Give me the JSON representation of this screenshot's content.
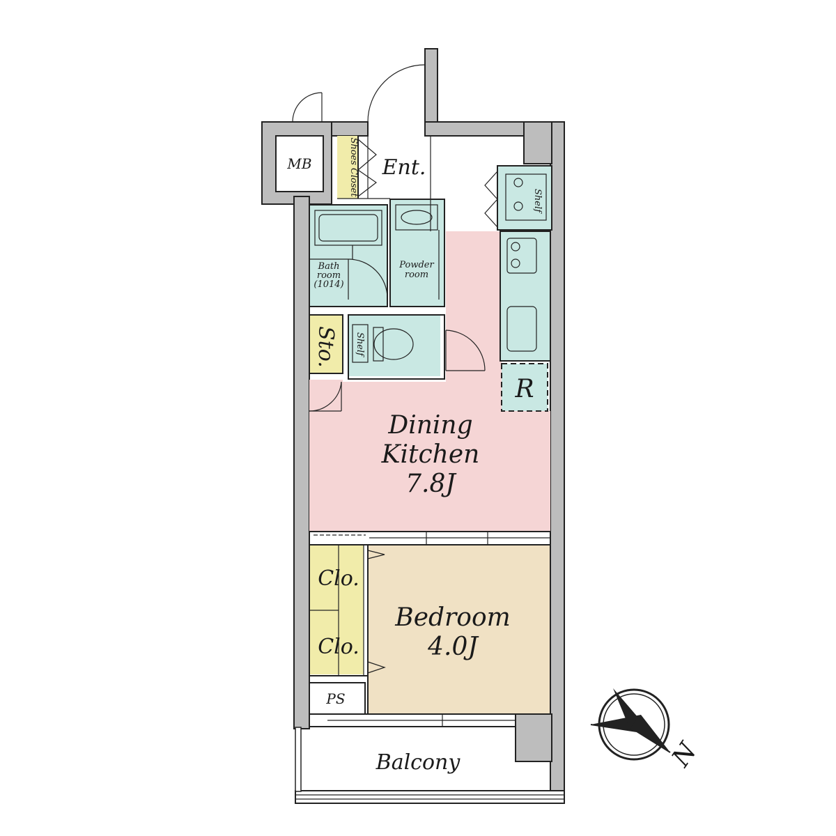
{
  "colors": {
    "wall": "#bdbdbd",
    "dining": "#f5d5d5",
    "bedroom": "#f0e1c4",
    "closet": "#f1ecaa",
    "wet": "#c9e8e3",
    "outline": "#222222"
  },
  "rooms": {
    "dining_name_1": "Dining",
    "dining_name_2": "Kitchen",
    "dining_size": "7.8J",
    "bedroom_name": "Bedroom",
    "bedroom_size": "4.0J",
    "entrance": "Ent.",
    "mb": "MB",
    "shoes_closet": "Shoes Closet",
    "bath_1": "Bath",
    "bath_2": "room",
    "bath_3": "(1014)",
    "powder_1": "Powder",
    "powder_2": "room",
    "storage": "Sto.",
    "toilet_shelf": "Shelf",
    "kitchen_shelf": "Shelf",
    "refrigerator": "R",
    "closet_1": "Clo.",
    "closet_2": "Clo.",
    "ps": "PS",
    "balcony": "Balcony"
  },
  "compass": {
    "north_label": "N",
    "icon": "compass-icon"
  }
}
